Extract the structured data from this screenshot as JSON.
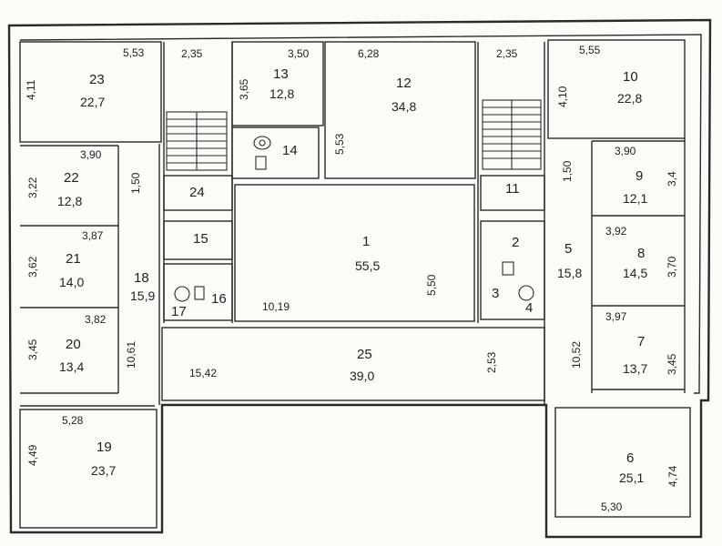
{
  "rooms": [
    {
      "id": "23",
      "num": "23",
      "area": "22,7"
    },
    {
      "id": "22",
      "num": "22",
      "area": "12,8"
    },
    {
      "id": "21",
      "num": "21",
      "area": "14,0"
    },
    {
      "id": "20",
      "num": "20",
      "area": "13,4"
    },
    {
      "id": "19",
      "num": "19",
      "area": "23,7"
    },
    {
      "id": "18",
      "num": "18",
      "area": "15,9"
    },
    {
      "id": "13",
      "num": "13",
      "area": "12,8"
    },
    {
      "id": "12",
      "num": "12",
      "area": "34,8"
    },
    {
      "id": "1",
      "num": "1",
      "area": "55,5"
    },
    {
      "id": "25",
      "num": "25",
      "area": "39,0"
    },
    {
      "id": "10",
      "num": "10",
      "area": "22,8"
    },
    {
      "id": "9",
      "num": "9",
      "area": "12,1"
    },
    {
      "id": "8",
      "num": "8",
      "area": "14,5"
    },
    {
      "id": "7",
      "num": "7",
      "area": "13,7"
    },
    {
      "id": "5",
      "num": "5",
      "area": "15,8"
    },
    {
      "id": "6",
      "num": "6",
      "area": "25,1"
    }
  ],
  "small_labels": {
    "r24": "24",
    "r15": "15",
    "r14": "14",
    "r16": "16",
    "r17": "17",
    "r11": "11",
    "r2": "2",
    "r3": "3",
    "r4": "4"
  },
  "dims": {
    "d553": "5,53",
    "d235a": "2,35",
    "d350": "3,50",
    "d628": "6,28",
    "d235b": "2,35",
    "d555": "5,55",
    "d411": "4,11",
    "d365": "3,65",
    "d553v": "5,53",
    "d410": "4,10",
    "d390a": "3,90",
    "d322": "3,22",
    "d150a": "1,50",
    "d390b": "3,90",
    "d34": "3,4",
    "d150b": "1,50",
    "d387": "3,87",
    "d362": "3,62",
    "d392": "3,92",
    "d370": "3,70",
    "d1019": "10,19",
    "d550": "5,50",
    "d382": "3,82",
    "d345a": "3,45",
    "d1061": "10,61",
    "d1052": "10,52",
    "d397": "3,97",
    "d345b": "3,45",
    "d1542": "15,42",
    "d253": "2,53",
    "d528": "5,28",
    "d449": "4,49",
    "d530": "5,30",
    "d474": "4,74"
  }
}
